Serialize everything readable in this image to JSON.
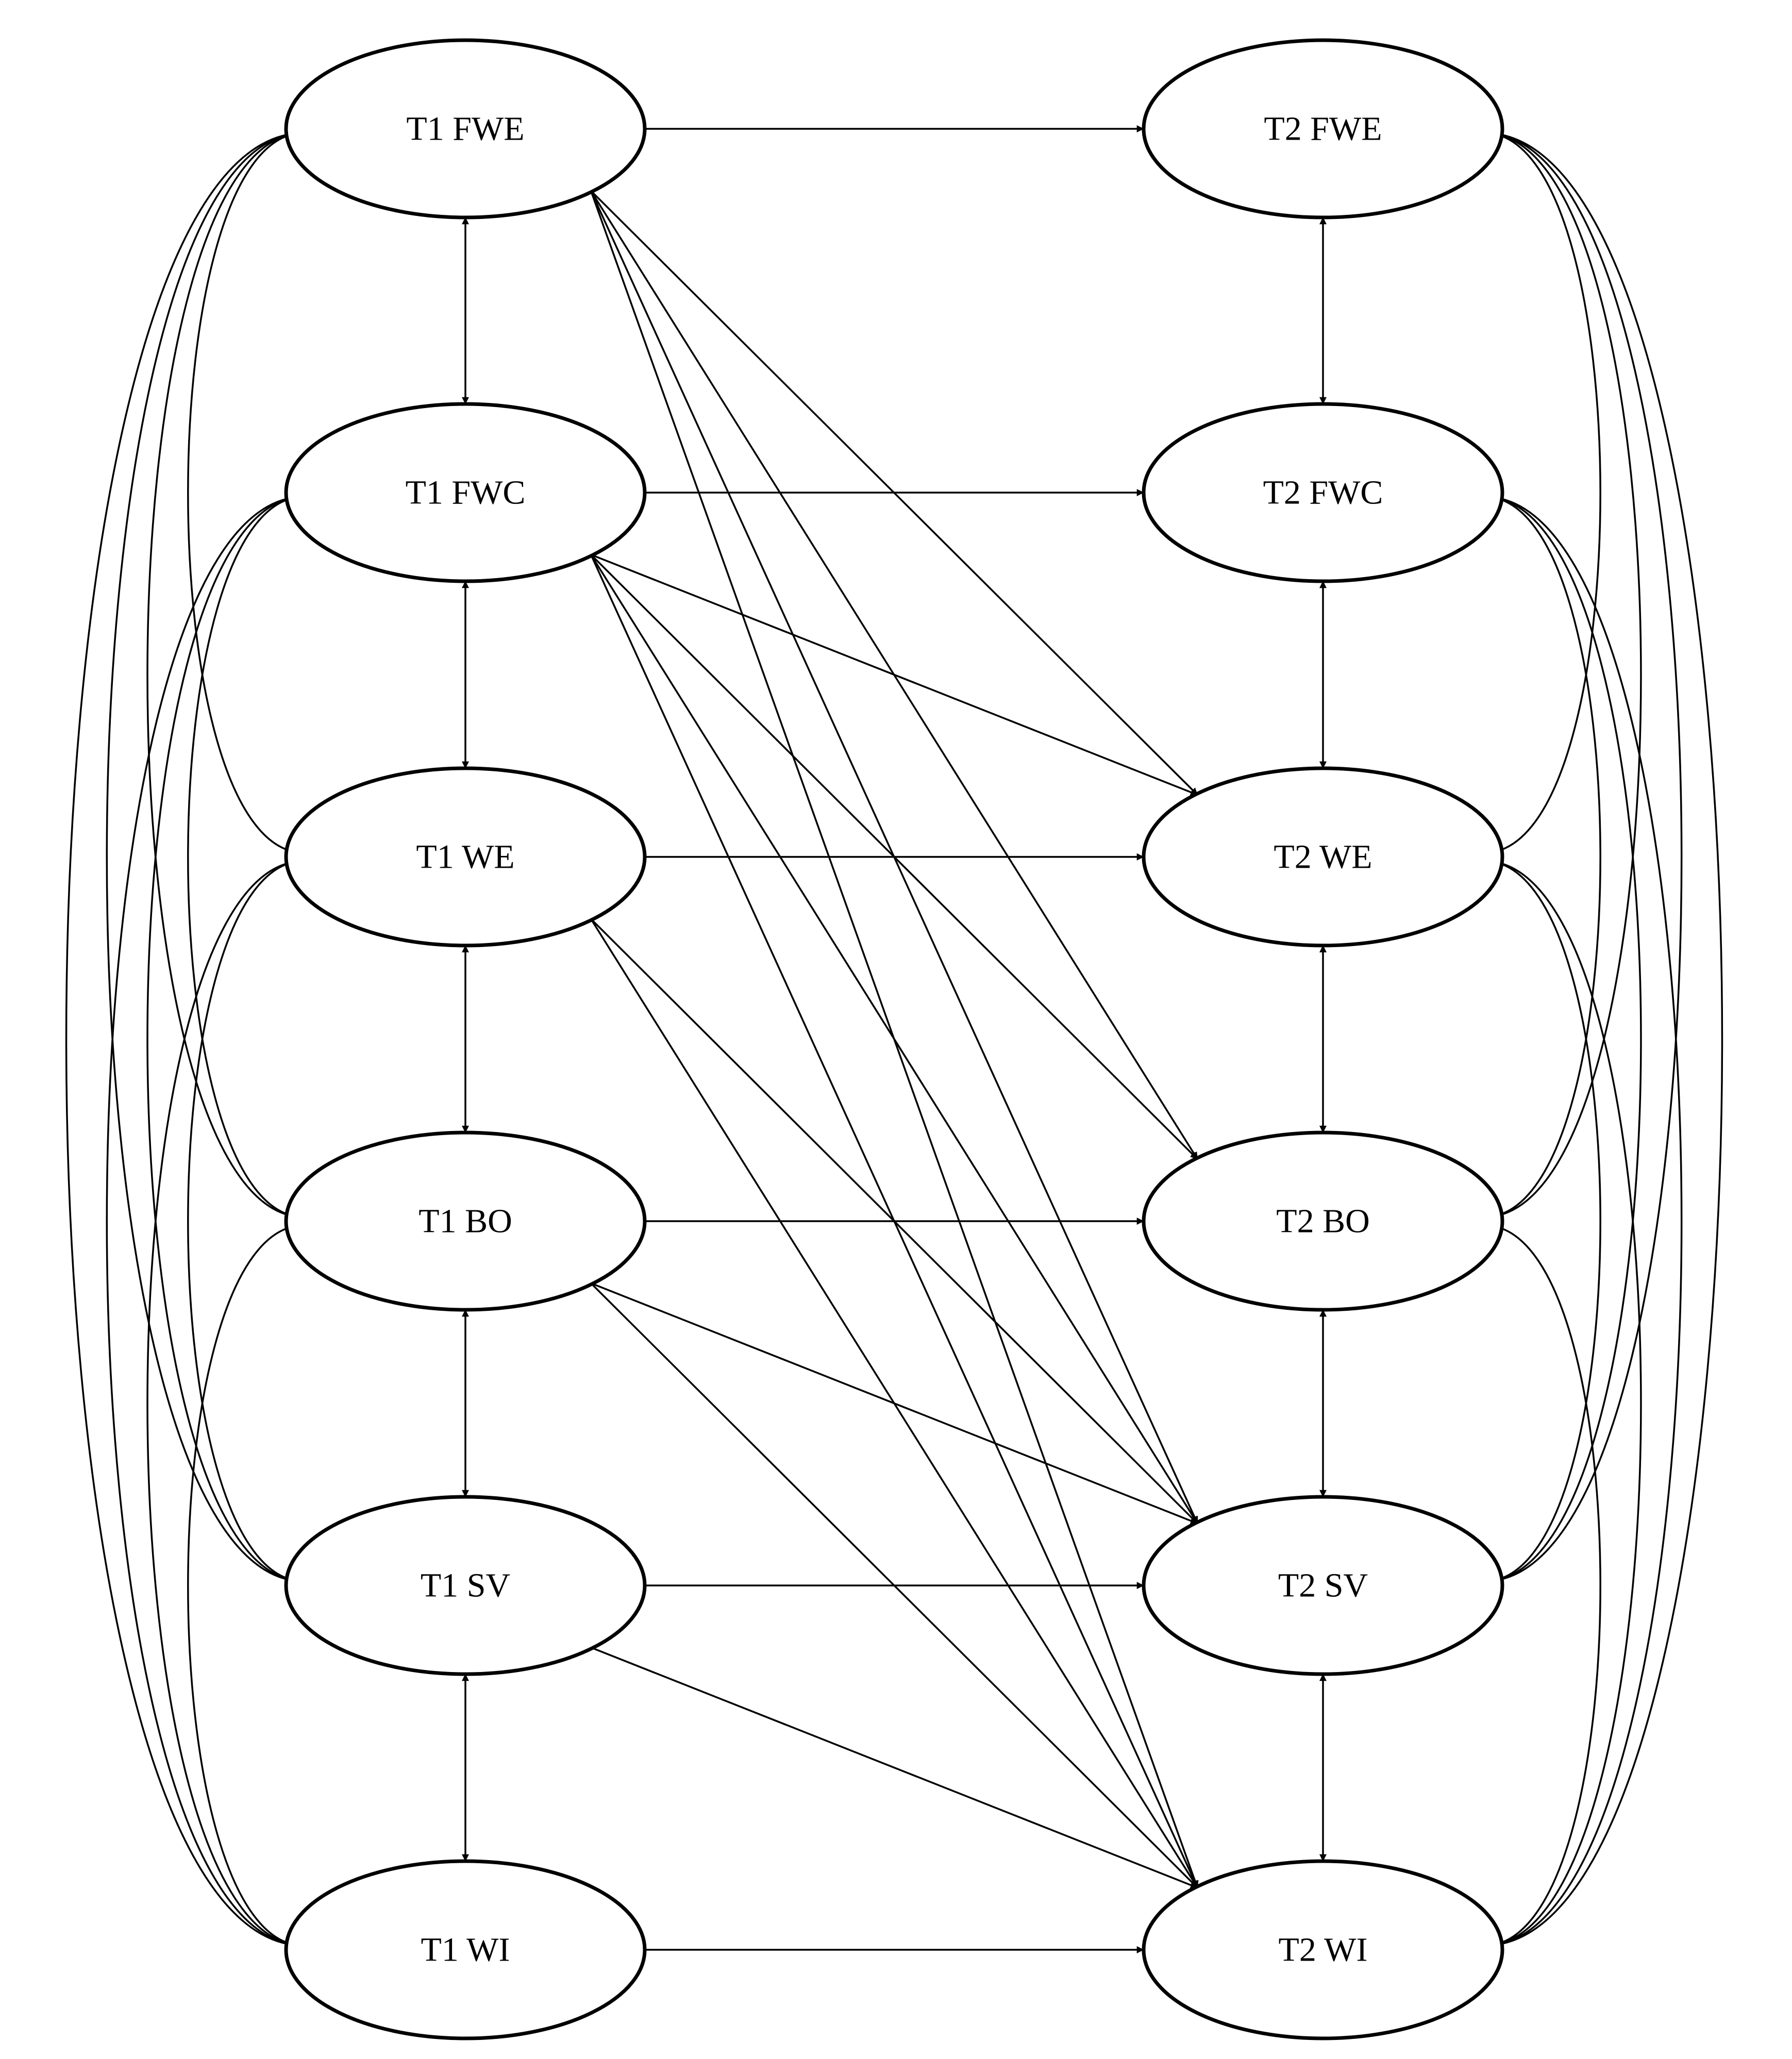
{
  "nodes": [
    {
      "id": "t1_fwe",
      "label": "T1 FWE"
    },
    {
      "id": "t1_fwc",
      "label": "T1 FWC"
    },
    {
      "id": "t1_we",
      "label": "T1 WE"
    },
    {
      "id": "t1_bo",
      "label": "T1 BO"
    },
    {
      "id": "t1_sv",
      "label": "T1 SV"
    },
    {
      "id": "t1_wi",
      "label": "T1 WI"
    },
    {
      "id": "t2_fwe",
      "label": "T2 FWE"
    },
    {
      "id": "t2_fwc",
      "label": "T2 FWC"
    },
    {
      "id": "t2_we",
      "label": "T2 WE"
    },
    {
      "id": "t2_bo",
      "label": "T2 BO"
    },
    {
      "id": "t2_sv",
      "label": "T2 SV"
    },
    {
      "id": "t2_wi",
      "label": "T2 WI"
    }
  ],
  "edges": {
    "autoregressive": [
      [
        "t1_fwe",
        "t2_fwe"
      ],
      [
        "t1_fwc",
        "t2_fwc"
      ],
      [
        "t1_we",
        "t2_we"
      ],
      [
        "t1_bo",
        "t2_bo"
      ],
      [
        "t1_sv",
        "t2_sv"
      ],
      [
        "t1_wi",
        "t2_wi"
      ]
    ],
    "cross_lagged": [
      [
        "t1_fwe",
        "t2_we"
      ],
      [
        "t1_fwe",
        "t2_bo"
      ],
      [
        "t1_fwe",
        "t2_sv"
      ],
      [
        "t1_fwe",
        "t2_wi"
      ],
      [
        "t1_fwc",
        "t2_we"
      ],
      [
        "t1_fwc",
        "t2_bo"
      ],
      [
        "t1_fwc",
        "t2_sv"
      ],
      [
        "t1_fwc",
        "t2_wi"
      ],
      [
        "t1_we",
        "t2_sv"
      ],
      [
        "t1_we",
        "t2_wi"
      ],
      [
        "t1_bo",
        "t2_sv"
      ],
      [
        "t1_bo",
        "t2_wi"
      ],
      [
        "t1_sv",
        "t2_wi"
      ]
    ],
    "covariances": [
      [
        "t1_fwe",
        "t1_fwc"
      ],
      [
        "t1_fwc",
        "t1_we"
      ],
      [
        "t1_we",
        "t1_bo"
      ],
      [
        "t1_bo",
        "t1_sv"
      ],
      [
        "t1_sv",
        "t1_wi"
      ],
      [
        "t1_fwe",
        "t1_we"
      ],
      [
        "t1_fwe",
        "t1_bo"
      ],
      [
        "t1_fwe",
        "t1_sv"
      ],
      [
        "t1_fwe",
        "t1_wi"
      ],
      [
        "t1_fwc",
        "t1_bo"
      ],
      [
        "t1_fwc",
        "t1_sv"
      ],
      [
        "t1_fwc",
        "t1_wi"
      ],
      [
        "t1_we",
        "t1_sv"
      ],
      [
        "t1_we",
        "t1_wi"
      ],
      [
        "t1_bo",
        "t1_wi"
      ],
      [
        "t2_fwe",
        "t2_fwc"
      ],
      [
        "t2_fwc",
        "t2_we"
      ],
      [
        "t2_we",
        "t2_bo"
      ],
      [
        "t2_bo",
        "t2_sv"
      ],
      [
        "t2_sv",
        "t2_wi"
      ],
      [
        "t2_fwe",
        "t2_we"
      ],
      [
        "t2_fwe",
        "t2_bo"
      ],
      [
        "t2_fwe",
        "t2_sv"
      ],
      [
        "t2_fwe",
        "t2_wi"
      ],
      [
        "t2_fwc",
        "t2_bo"
      ],
      [
        "t2_fwc",
        "t2_sv"
      ],
      [
        "t2_fwc",
        "t2_wi"
      ],
      [
        "t2_we",
        "t2_sv"
      ],
      [
        "t2_we",
        "t2_wi"
      ],
      [
        "t2_bo",
        "t2_wi"
      ]
    ]
  }
}
